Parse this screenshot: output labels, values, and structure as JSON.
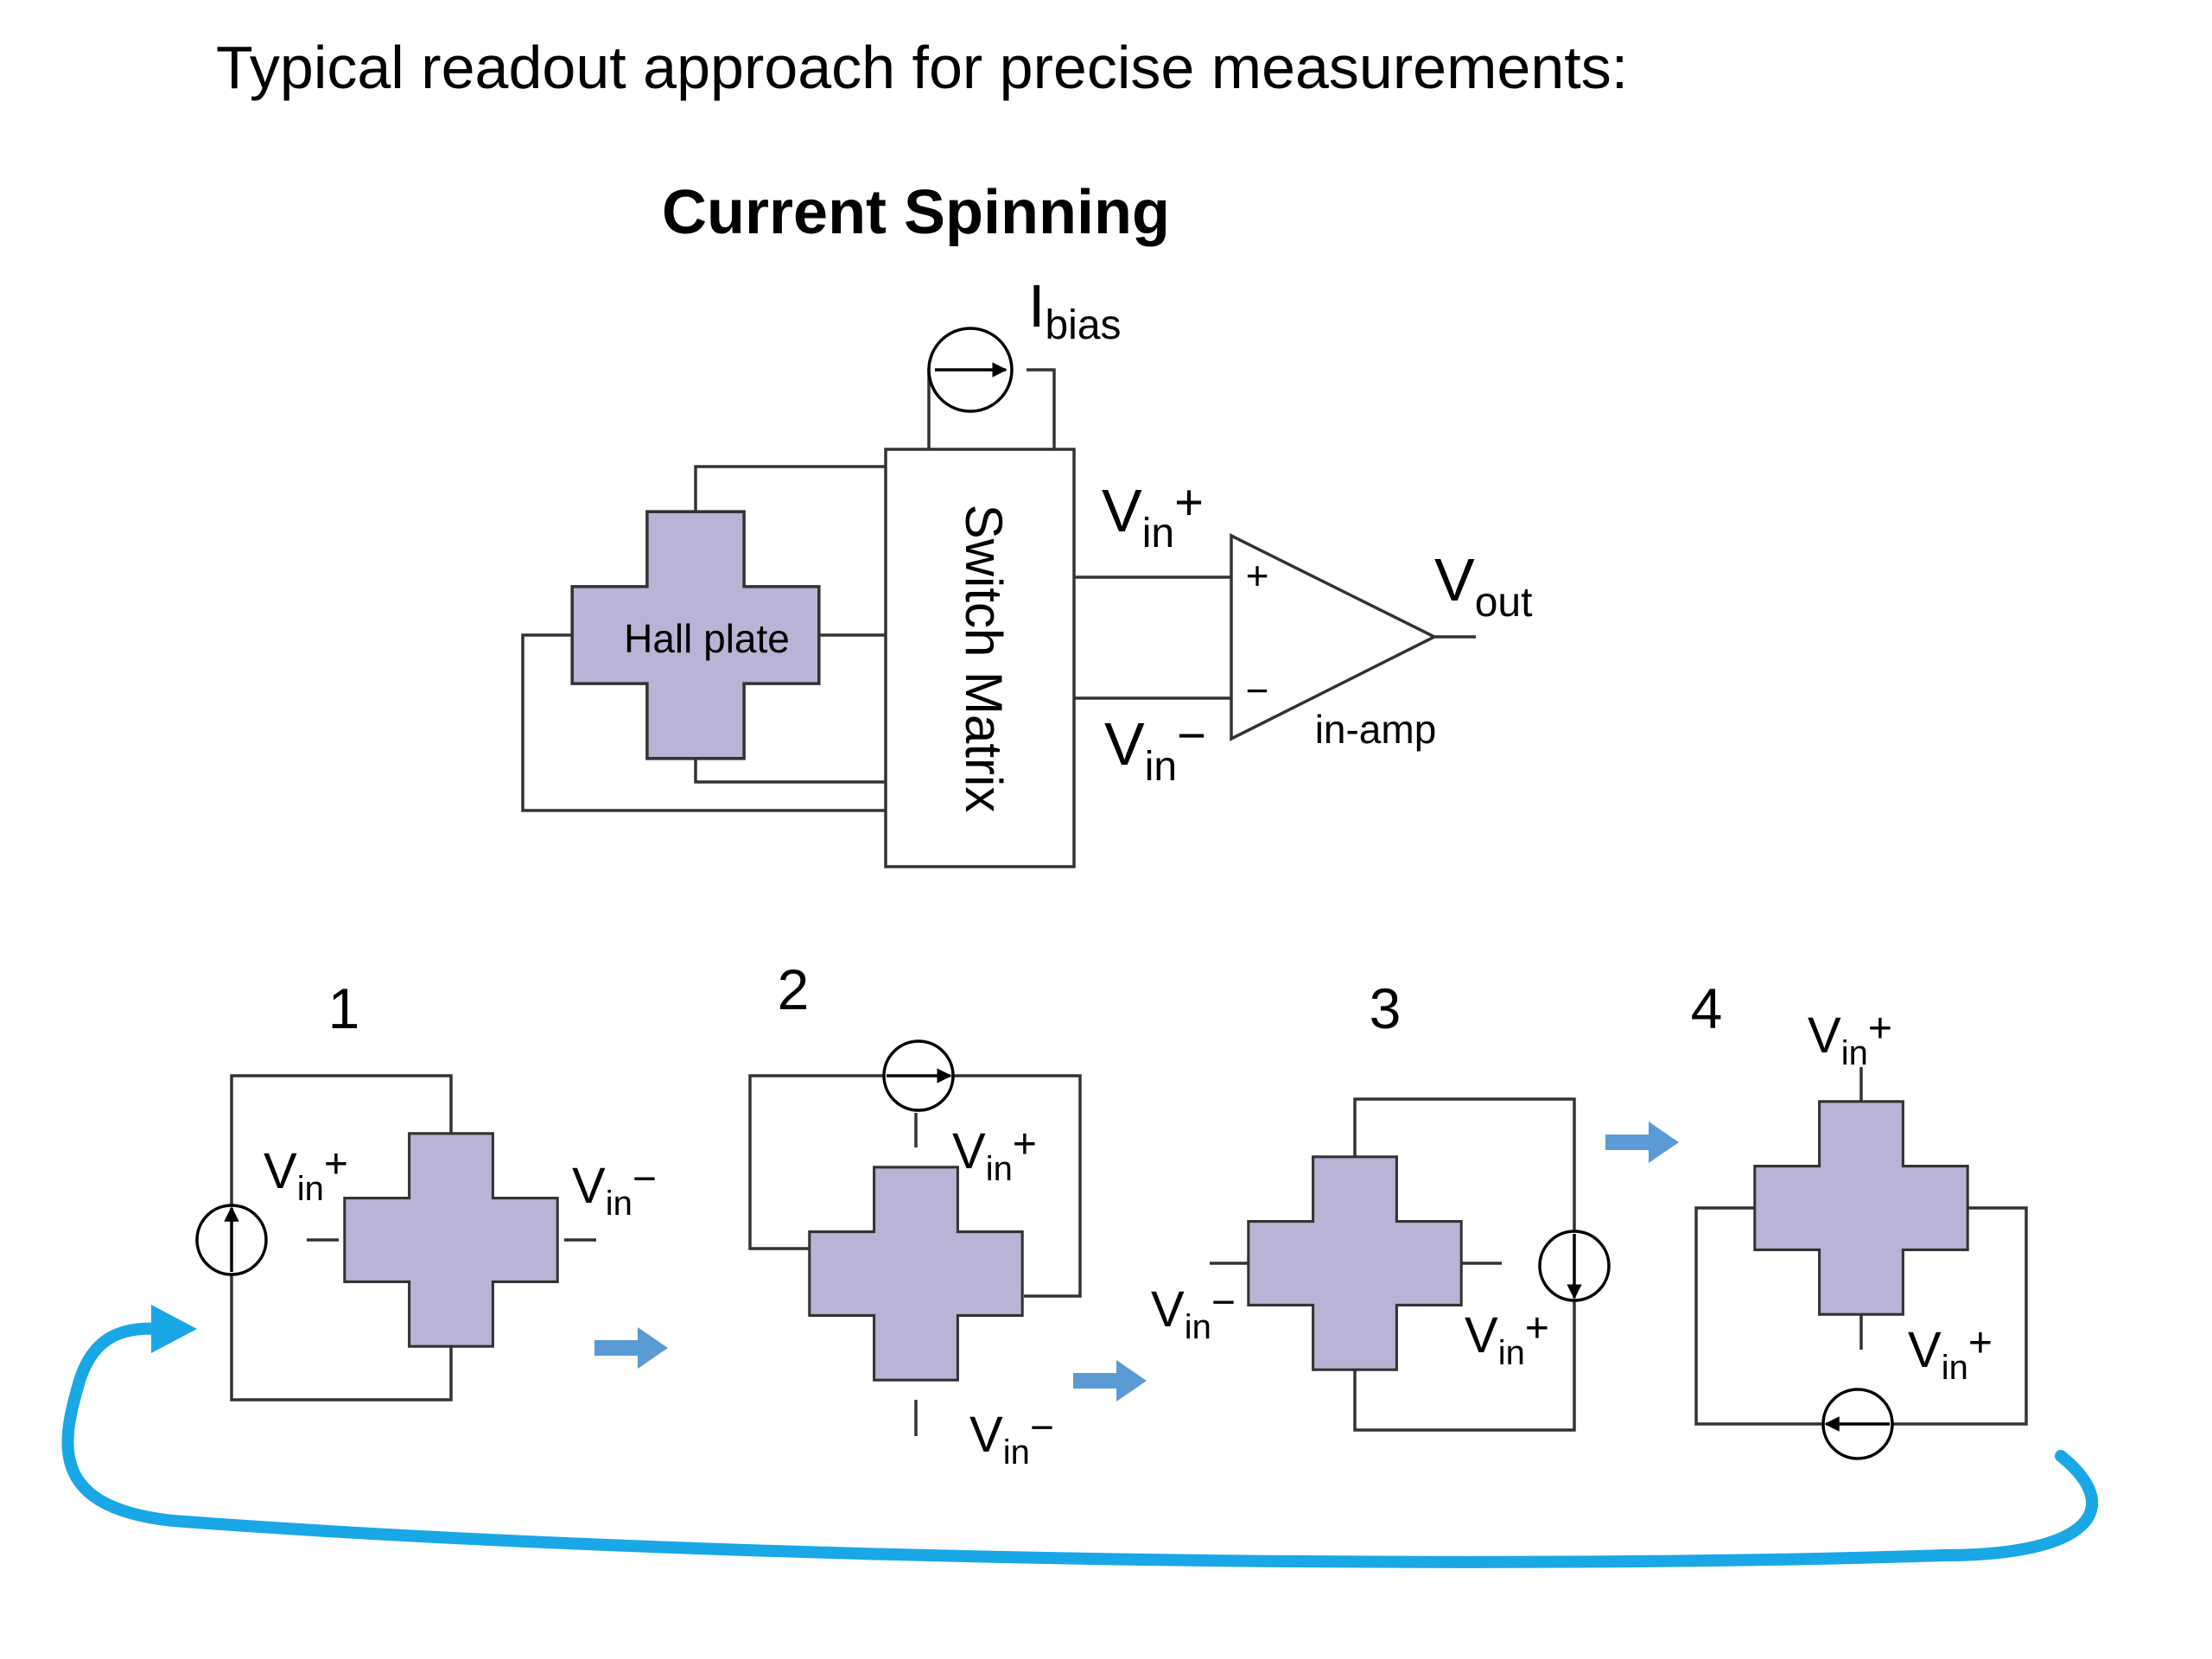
{
  "page": {
    "title": "Typical readout approach for precise measurements:"
  },
  "diagram": {
    "title": "Current Spinning",
    "labels": {
      "bias_main": "I",
      "bias_sub": "bias",
      "hall_plate": "Hall plate",
      "switch_matrix": "Switch Matrix",
      "in_amp": "in-amp",
      "amp_plus": "+",
      "amp_minus": "−",
      "v": "V",
      "in_sub": "in",
      "out_sub": "out",
      "plus": "+",
      "minus": "−"
    },
    "phases": [
      "1",
      "2",
      "3",
      "4"
    ],
    "colors": {
      "plate_fill": "#b8b4d6",
      "step_arrow": "#5b9bd5",
      "loop_arrow": "#1aa7e6"
    }
  }
}
